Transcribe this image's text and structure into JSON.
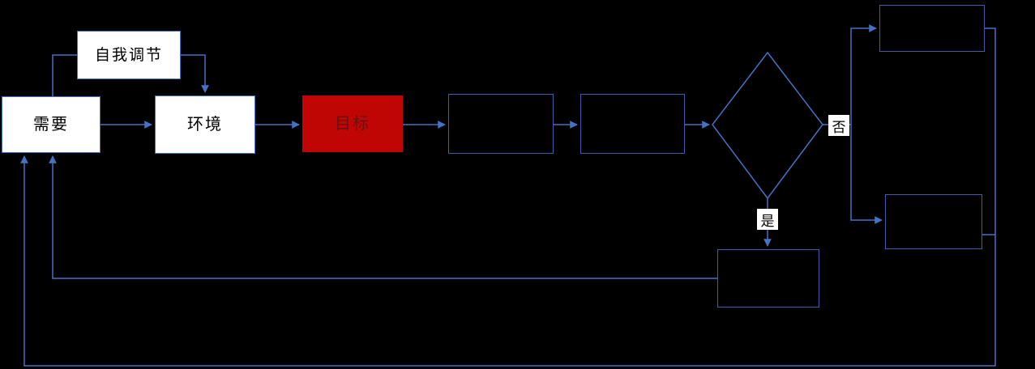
{
  "diagram": {
    "background": "#000000",
    "line_color": "#4472C4",
    "box_border_color": "#4472C4",
    "nodes": {
      "self_regulation": {
        "label": "自我调节",
        "fill": "#FFFFFF",
        "text_color": "#000000"
      },
      "need": {
        "label": "需要",
        "fill": "#FFFFFF",
        "text_color": "#000000"
      },
      "environment": {
        "label": "环境",
        "fill": "#FFFFFF",
        "text_color": "#000000"
      },
      "goal": {
        "label": "目标",
        "fill": "#C00505",
        "text_color": "#641313"
      },
      "process_box_1": {
        "label": ""
      },
      "process_box_2": {
        "label": ""
      },
      "decision_diamond": {
        "label": ""
      },
      "top_right_box": {
        "label": ""
      },
      "right_box": {
        "label": ""
      },
      "bottom_box": {
        "label": ""
      }
    },
    "edge_labels": {
      "no": "否",
      "yes": "是"
    },
    "edges": [
      "need -> environment",
      "environment -> goal",
      "goal -> process_box_1",
      "process_box_1 -> process_box_2",
      "process_box_2 -> decision_diamond",
      "decision_diamond -(否)-> top_right_box",
      "decision_diamond -(否)-> right_box",
      "decision_diamond -(是)-> bottom_box",
      "bottom_box -> need",
      "top_right_box / right_box -> feedback loop -> need",
      "need -> self_regulation",
      "self_regulation -> environment"
    ]
  }
}
